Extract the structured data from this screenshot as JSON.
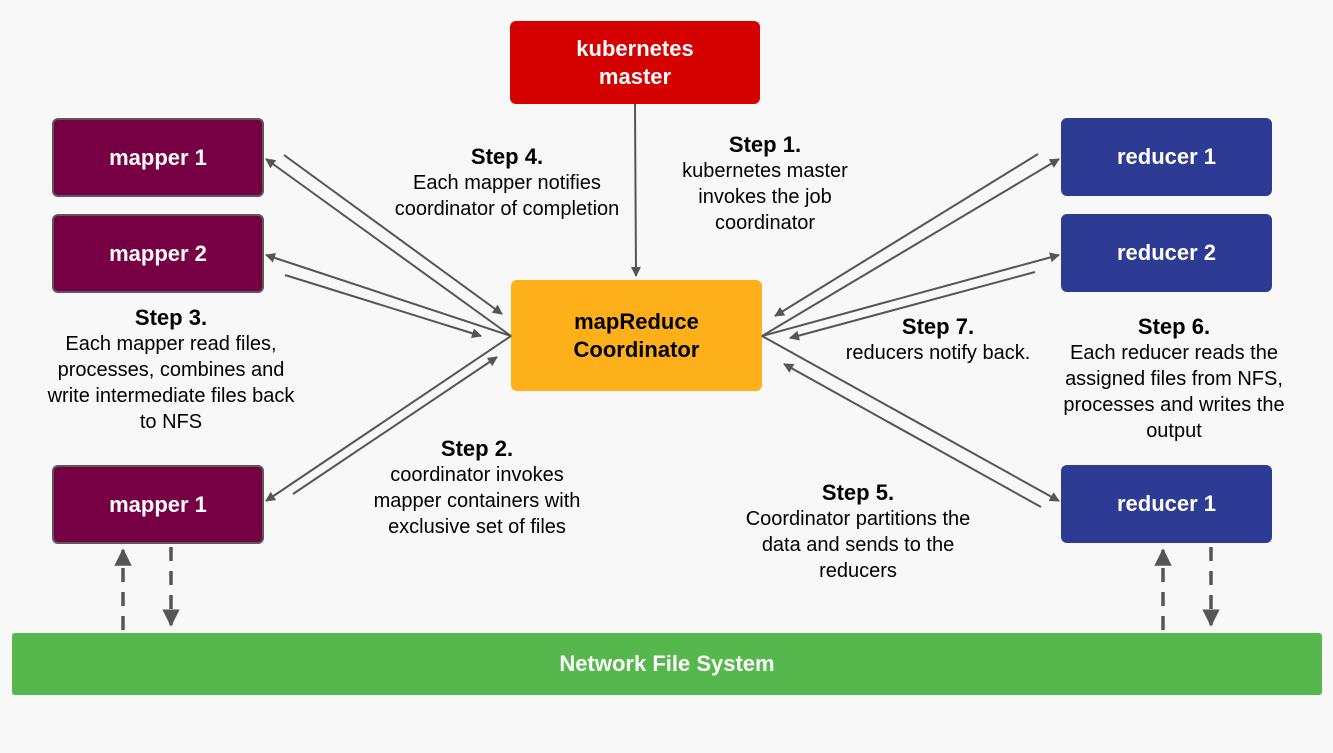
{
  "nodes": {
    "k8s_master": "kubernetes\nmaster",
    "coordinator": "mapReduce\nCoordinator",
    "mapper_top": "mapper 1",
    "mapper_mid": "mapper 2",
    "mapper_bottom": "mapper 1",
    "reducer_top": "reducer 1",
    "reducer_mid": "reducer 2",
    "reducer_bottom": "reducer 1",
    "nfs": "Network File System"
  },
  "steps": {
    "step1": {
      "title": "Step 1.",
      "desc": "kubernetes master\ninvokes the job\ncoordinator"
    },
    "step2": {
      "title": "Step 2.",
      "desc": "coordinator invokes\nmapper containers with\nexclusive set of files"
    },
    "step3": {
      "title": "Step 3.",
      "desc": "Each mapper read files,\nprocesses, combines and\nwrite intermediate files back\nto NFS"
    },
    "step4": {
      "title": "Step 4.",
      "desc": "Each mapper notifies\ncoordinator of completion"
    },
    "step5": {
      "title": "Step 5.",
      "desc": "Coordinator partitions the\ndata and sends to the\nreducers"
    },
    "step6": {
      "title": "Step 6.",
      "desc": "Each reducer reads the\nassigned files from NFS,\nprocesses and writes the\noutput"
    },
    "step7": {
      "title": "Step 7.",
      "desc": "reducers notify back."
    }
  },
  "colors": {
    "k8s_master": "#d50000",
    "coordinator": "#fdb019",
    "mapper": "#760043",
    "reducer": "#2d3b94",
    "nfs": "#55b74c",
    "arrow": "#555555"
  }
}
